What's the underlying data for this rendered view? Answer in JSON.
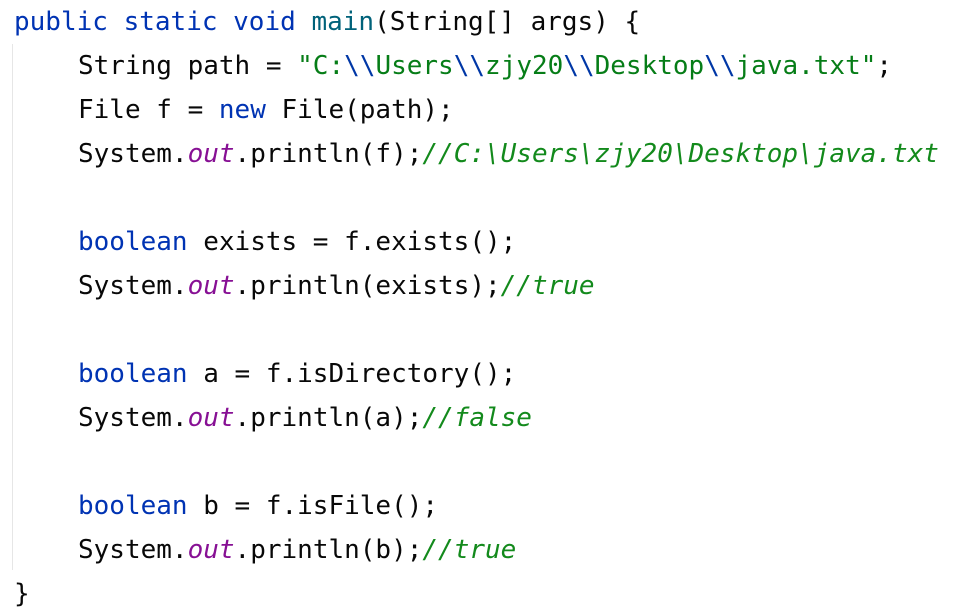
{
  "code": {
    "line0": {
      "kw1": "public",
      "kw2": "static",
      "kw3": "void",
      "fn": "main",
      "rest": "(String[] args) {"
    },
    "line1": {
      "a": "String path = ",
      "s1": "\"C:",
      "e1": "\\\\",
      "s2": "Users",
      "e2": "\\\\",
      "s3": "zjy20",
      "e3": "\\\\",
      "s4": "Desktop",
      "e4": "\\\\",
      "s5": "java.txt\"",
      "end": ";"
    },
    "line2": {
      "a": "File f = ",
      "kw": "new",
      "b": " File(path);"
    },
    "line3": {
      "a": "System.",
      "out": "out",
      "b": ".println(f);",
      "comment": "//C:\\Users\\zjy20\\Desktop\\java.txt"
    },
    "line5": {
      "kw": "boolean",
      "rest": " exists = f.exists();"
    },
    "line6": {
      "a": "System.",
      "out": "out",
      "b": ".println(exists);",
      "comment": "//true"
    },
    "line8": {
      "kw": "boolean",
      "rest": " a = f.isDirectory();"
    },
    "line9": {
      "a": "System.",
      "out": "out",
      "b": ".println(a);",
      "comment": "//false"
    },
    "line11": {
      "kw": "boolean",
      "rest": " b = f.isFile();"
    },
    "line12": {
      "a": "System.",
      "out": "out",
      "b": ".println(b);",
      "comment": "//true"
    },
    "line13": {
      "brace": "}"
    }
  },
  "colors": {
    "keyword": "#0033b3",
    "method_decl": "#00627a",
    "string": "#067d17",
    "escape": "#0037a6",
    "static_field": "#871094",
    "comment": "#138a1c",
    "default_text": "#080808",
    "background": "#ffffff"
  }
}
